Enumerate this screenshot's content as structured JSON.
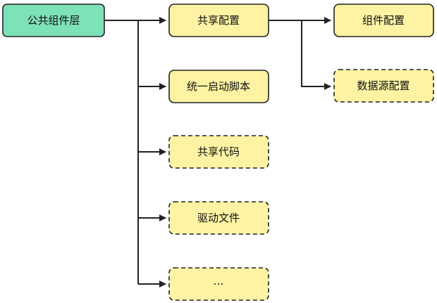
{
  "colors": {
    "root_fill": "#7ee2b8",
    "node_fill": "#fdf3a3",
    "stroke": "#222222",
    "text": "#111111",
    "background": "#ffffff"
  },
  "diagram": {
    "root": {
      "label": "公共组件层",
      "children": [
        {
          "label": "共享配置",
          "border": "solid",
          "children": [
            {
              "label": "组件配置",
              "border": "solid"
            },
            {
              "label": "数据源配置",
              "border": "dashed"
            }
          ]
        },
        {
          "label": "统一启动脚本",
          "border": "solid"
        },
        {
          "label": "共享代码",
          "border": "dashed"
        },
        {
          "label": "驱动文件",
          "border": "dashed"
        },
        {
          "label": "…",
          "border": "dashed"
        }
      ]
    }
  }
}
